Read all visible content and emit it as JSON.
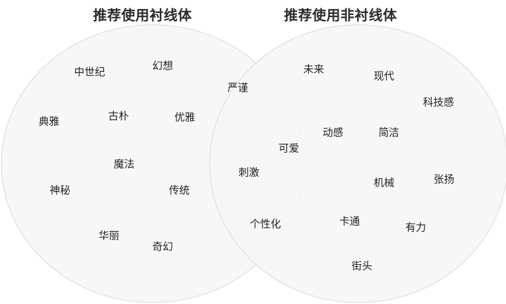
{
  "left_set": {
    "title": "推荐使用衬线体",
    "keywords": {
      "zhongshiji": "中世纪",
      "huanxiang": "幻想",
      "dianya": "典雅",
      "gupu": "古朴",
      "youya": "优雅",
      "mofa": "魔法",
      "shenmi": "神秘",
      "chuantong": "传统",
      "huali": "华丽",
      "qihuan": "奇幻"
    }
  },
  "right_set": {
    "title": "推荐使用非衬线体",
    "keywords": {
      "weilai": "未来",
      "xiandai": "现代",
      "kejigan": "科技感",
      "donggan": "动感",
      "jianjie": "简洁",
      "jixie": "机械",
      "zhangyang": "张扬",
      "katong": "卡通",
      "youli": "有力",
      "jietou": "街头"
    }
  },
  "overlap": {
    "keywords": {
      "yanjin": "严谨",
      "keai": "可爱",
      "cijii": "刺激",
      "gexinghua": "个性化"
    }
  },
  "colors": {
    "circle_fill": "#f7f7f7",
    "circle_stroke": "#e6e6e6",
    "title_text": "#2b2b2b",
    "keyword_text": "#222222"
  }
}
